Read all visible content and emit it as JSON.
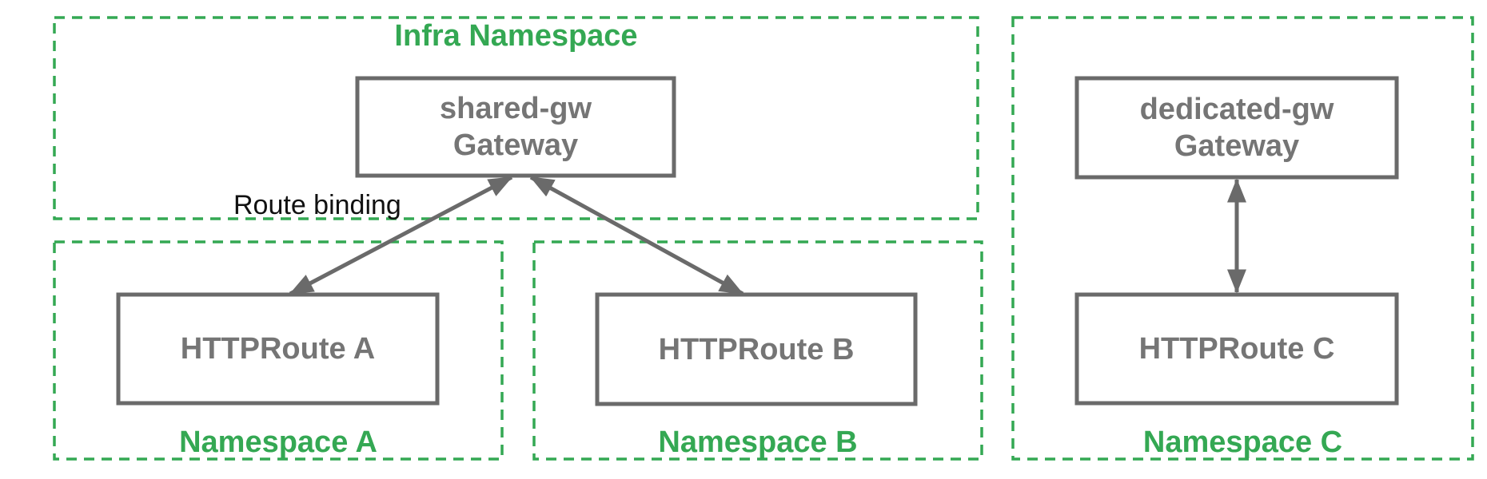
{
  "colors": {
    "background": "#FFFFFF",
    "namespace_green": "#34A853",
    "node_gray": "#6A6A6A",
    "node_text_gray": "#757575",
    "annotation_black": "#111111"
  },
  "namespaces": {
    "infra": {
      "label": "Infra Namespace"
    },
    "a": {
      "label": "Namespace A"
    },
    "b": {
      "label": "Namespace B"
    },
    "c": {
      "label": "Namespace C"
    }
  },
  "nodes": {
    "shared_gw": {
      "name": "shared-gw",
      "kind": "Gateway"
    },
    "dedicated_gw": {
      "name": "dedicated-gw",
      "kind": "Gateway"
    },
    "route_a": {
      "label": "HTTPRoute A"
    },
    "route_b": {
      "label": "HTTPRoute B"
    },
    "route_c": {
      "label": "HTTPRoute C"
    }
  },
  "annotations": {
    "route_binding_label": "Route binding"
  }
}
